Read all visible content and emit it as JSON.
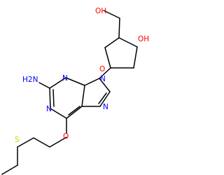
{
  "molecule": {
    "atoms": {
      "nh2": {
        "text": "H2N",
        "color": "#0000ff"
      },
      "n9": {
        "text": "N",
        "color": "#0000ff"
      },
      "n3": {
        "text": "N",
        "color": "#0000ff"
      },
      "n1": {
        "text": "N",
        "color": "#0000ff"
      },
      "n7": {
        "text": "N",
        "color": "#0000ff"
      },
      "o_ring": {
        "text": "O",
        "color": "#ff0000"
      },
      "o_ch2oh": {
        "text": "OH",
        "color": "#ff0000"
      },
      "o_3": {
        "text": "OH",
        "color": "#ff0000"
      },
      "o_ether": {
        "text": "O",
        "color": "#ff0000"
      },
      "s": {
        "text": "S",
        "color": "#cccc00"
      }
    }
  }
}
